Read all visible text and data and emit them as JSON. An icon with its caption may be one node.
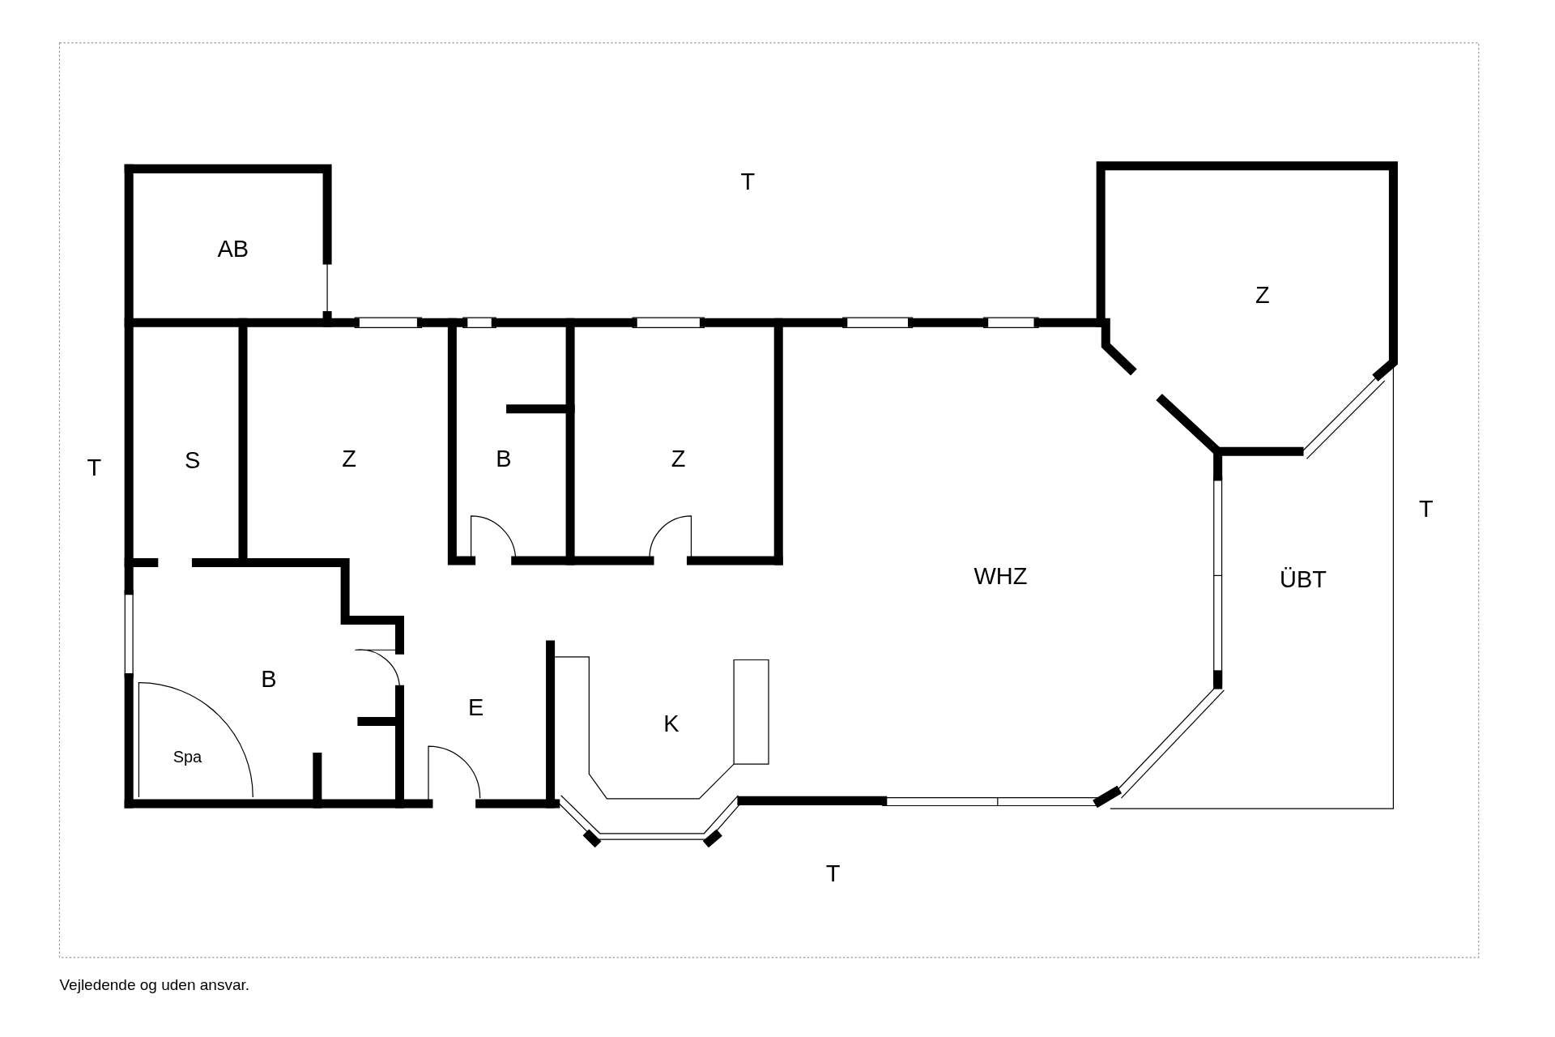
{
  "diagram": {
    "caption": "Vejledende og uden ansvar.",
    "labels": [
      "T",
      "AB",
      "Z",
      "T",
      "S",
      "Z",
      "B",
      "Z",
      "T",
      "WHZ",
      "ÜBT",
      "B",
      "E",
      "K",
      "Spa",
      "T"
    ]
  }
}
